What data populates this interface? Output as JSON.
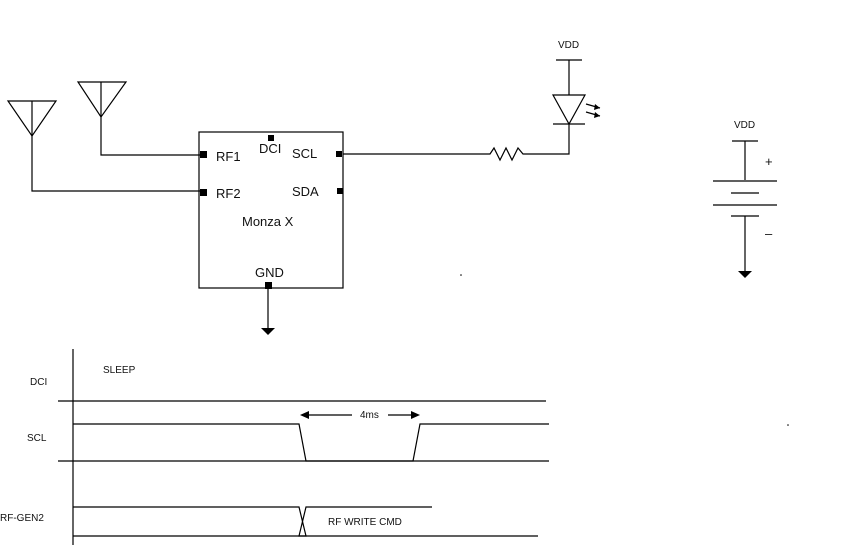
{
  "schematic": {
    "chip": {
      "name": "Monza X",
      "pins": {
        "rf1": "RF1",
        "rf2": "RF2",
        "dci": "DCI",
        "scl": "SCL",
        "sda": "SDA",
        "gnd": "GND"
      }
    },
    "led_supply": "VDD",
    "battery": {
      "supply": "VDD",
      "plus": "+",
      "minus": "–"
    }
  },
  "timing": {
    "signals": [
      "DCI",
      "SCL",
      "RF-GEN2"
    ],
    "sleep_label": "SLEEP",
    "interval_label": "4ms",
    "rf_label": "RF WRITE CMD"
  }
}
